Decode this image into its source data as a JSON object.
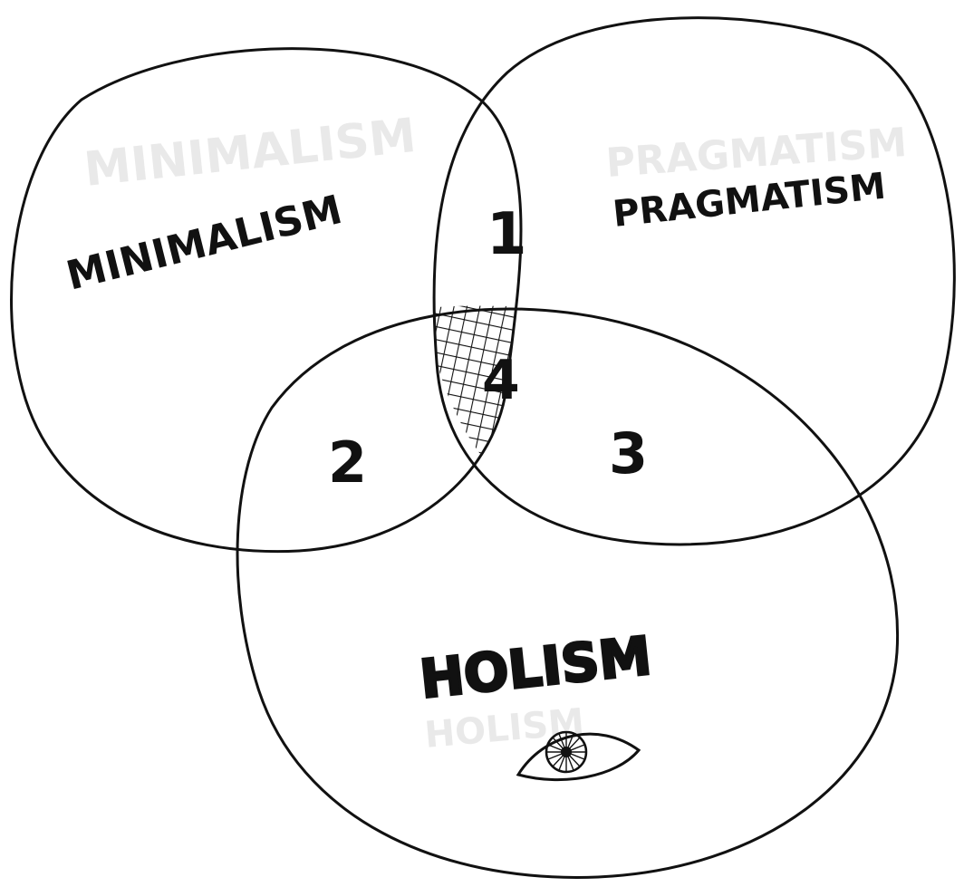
{
  "circles": {
    "minimalism": {
      "label": "MINIMALISM"
    },
    "pragmatism": {
      "label": "PRAGMATISM"
    },
    "holism": {
      "label": "HOLISM"
    }
  },
  "regions": {
    "minimalism_pragmatism": {
      "label": "1"
    },
    "minimalism_holism": {
      "label": "2"
    },
    "pragmatism_holism": {
      "label": "3"
    },
    "all_three": {
      "label": "4"
    }
  },
  "colors": {
    "ink": "#111111",
    "paper": "#ffffff",
    "ghost": "#e9e9e9"
  },
  "icons": {
    "holism_symbol": "eye-icon"
  }
}
